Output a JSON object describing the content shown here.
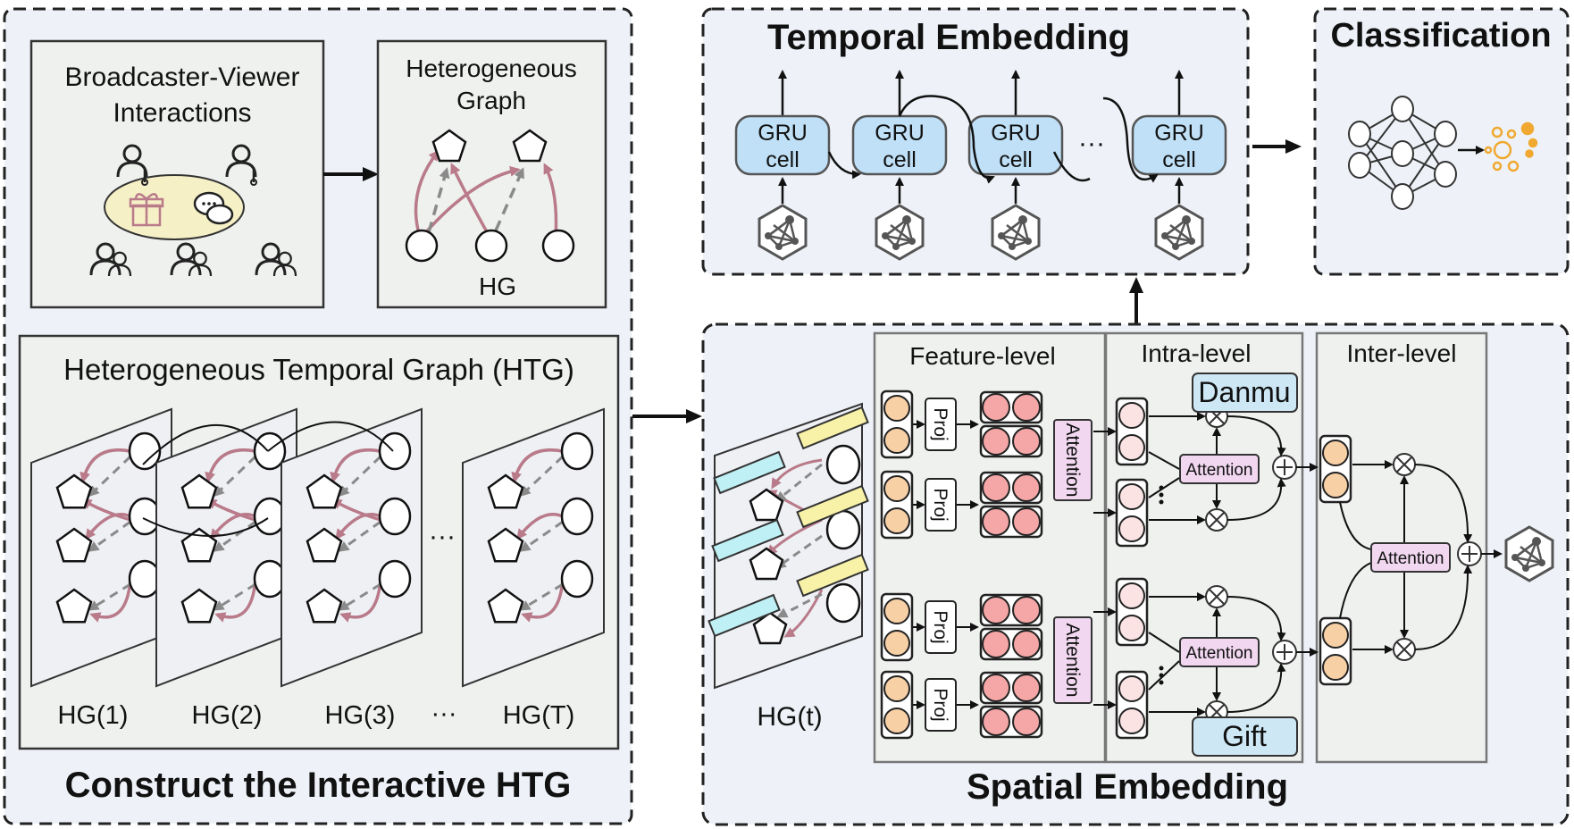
{
  "construct": {
    "title": "Construct the Interactive HTG",
    "interactions_title_1": "Broadcaster-Viewer",
    "interactions_title_2": "Interactions",
    "hg_box_title_1": "Heterogeneous",
    "hg_box_title_2": "Graph",
    "hg_label": "HG",
    "htg_title": "Heterogeneous Temporal Graph (HTG)",
    "slices": [
      "HG(1)",
      "HG(2)",
      "HG(3)",
      "···",
      "HG(T)"
    ],
    "slice_dots": "···"
  },
  "temporal": {
    "title": "Temporal Embedding",
    "gru_line1": "GRU",
    "gru_line2": "cell",
    "dots": "···"
  },
  "classification": {
    "title": "Classification"
  },
  "spatial": {
    "title": "Spatial Embedding",
    "input_label": "HG(t)",
    "feature_level": "Feature-level",
    "intra_level": "Intra-level",
    "inter_level": "Inter-level",
    "proj": "Proj",
    "attention": "Attention",
    "danmu": "Danmu",
    "gift": "Gift"
  },
  "colors": {
    "panel_bg": "#eef2f8",
    "box_bg": "#eef1ee",
    "gru_fill": "#bfe0f7",
    "node_orange": "#f8d0a6",
    "node_red": "#f5a6a6",
    "node_pink": "#fbe3e3",
    "attention_fill": "#f1d8f0",
    "edge_pink": "#b97a8a",
    "edge_gray": "#8a8a8a",
    "cloud": "#f5f0c6",
    "danmu_fill": "#cde7f5",
    "cyan_bar": "#bff0f5",
    "yellow_bar": "#f8f2a8",
    "class_orange": "#f0a830"
  }
}
